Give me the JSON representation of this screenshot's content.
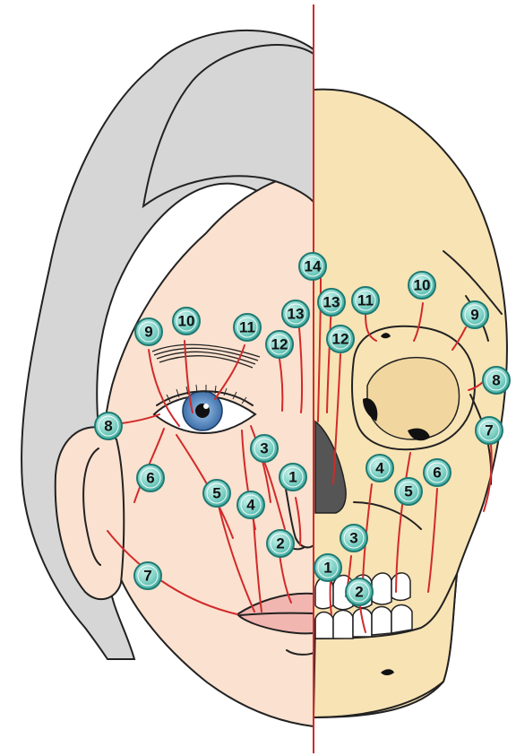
{
  "colors": {
    "skin": "#fbe1cf",
    "hair": "#d6d6d7",
    "bone": "#f8e3b4",
    "muscle_line": "#d12a2a",
    "badge_fill": "#7fd1c6",
    "badge_stroke": "#1f7a73",
    "lip": "#f2b6b0",
    "iris": "#5a8fc8",
    "nasal_cavity": "#555555"
  },
  "labels": {
    "left_face": [
      "1",
      "2",
      "3",
      "4",
      "5",
      "6",
      "7",
      "8",
      "9",
      "10",
      "11",
      "12",
      "13",
      "14"
    ],
    "right_skull": [
      "1",
      "2",
      "3",
      "4",
      "5",
      "6",
      "7",
      "8",
      "9",
      "10",
      "11",
      "12",
      "13"
    ]
  },
  "icons": {
    "eye": "human-eye-icon",
    "skull": "skull-icon"
  }
}
